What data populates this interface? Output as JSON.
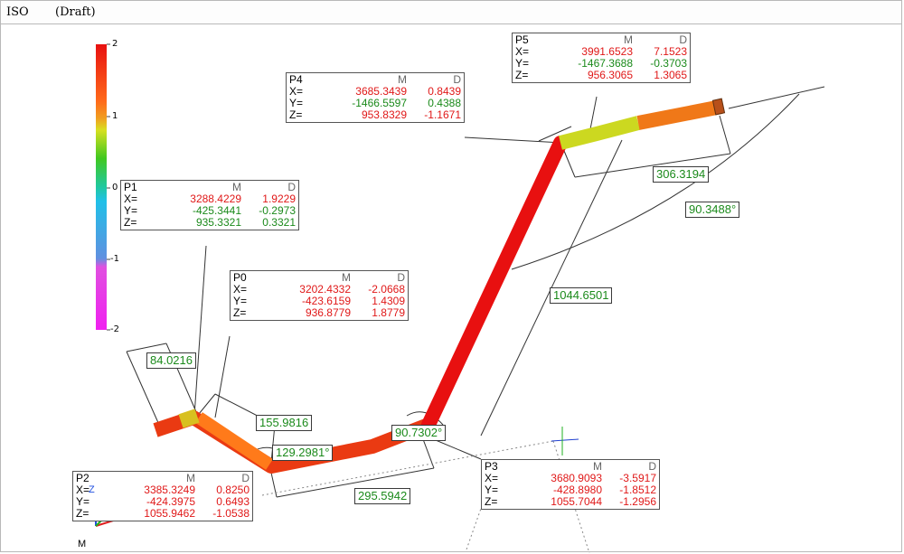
{
  "title_bar": {
    "view_name": "ISO",
    "status": "(Draft)"
  },
  "color_scale": {
    "ticks": [
      "2",
      "1",
      "0",
      "-1",
      "-2"
    ],
    "colors": [
      "#e81010",
      "#ff7a1a",
      "#e0e020",
      "#20c020",
      "#20c0e0",
      "#6080e0",
      "#e040e0"
    ]
  },
  "points": {
    "p0": {
      "name": "P0",
      "m_header": "M",
      "d_header": "D",
      "x": {
        "label": "X=",
        "m": "3202.4332",
        "d": "-2.0668"
      },
      "y": {
        "label": "Y=",
        "m": "-423.6159",
        "d": "1.4309"
      },
      "z": {
        "label": "Z=",
        "m": "936.8779",
        "d": "1.8779"
      }
    },
    "p1": {
      "name": "P1",
      "m_header": "M",
      "d_header": "D",
      "x": {
        "label": "X=",
        "m": "3288.4229",
        "d": "1.9229"
      },
      "y": {
        "label": "Y=",
        "m": "-425.3441",
        "d": "-0.2973"
      },
      "z": {
        "label": "Z=",
        "m": "935.3321",
        "d": "0.3321"
      }
    },
    "p2": {
      "name": "P2",
      "m_header": "M",
      "d_header": "D",
      "x": {
        "label": "X=",
        "m": "3385.3249",
        "d": "0.8250"
      },
      "y": {
        "label": "Y=",
        "m": "-424.3975",
        "d": "0.6493"
      },
      "z": {
        "label": "Z=",
        "m": "1055.9462",
        "d": "-1.0538"
      }
    },
    "p3": {
      "name": "P3",
      "m_header": "M",
      "d_header": "D",
      "x": {
        "label": "X=",
        "m": "3680.9093",
        "d": "-3.5917"
      },
      "y": {
        "label": "Y=",
        "m": "-428.8980",
        "d": "-1.8512"
      },
      "z": {
        "label": "Z=",
        "m": "1055.7044",
        "d": "-1.2956"
      }
    },
    "p4": {
      "name": "P4",
      "m_header": "M",
      "d_header": "D",
      "x": {
        "label": "X=",
        "m": "3685.3439",
        "d": "0.8439"
      },
      "y": {
        "label": "Y=",
        "m": "-1466.5597",
        "d": "0.4388"
      },
      "z": {
        "label": "Z=",
        "m": "953.8329",
        "d": "-1.1671"
      }
    },
    "p5": {
      "name": "P5",
      "m_header": "M",
      "d_header": "D",
      "x": {
        "label": "X=",
        "m": "3991.6523",
        "d": "7.1523"
      },
      "y": {
        "label": "Y=",
        "m": "-1467.3688",
        "d": "-0.3703"
      },
      "z": {
        "label": "Z=",
        "m": "956.3065",
        "d": "1.3065"
      }
    }
  },
  "dimensions": {
    "d1": "84.0216",
    "d2": "155.9816",
    "d3": "129.2981°",
    "d4": "295.5942",
    "d5": "90.7302°",
    "d6": "1044.6501",
    "d7": "306.3194",
    "d8": "90.3488°"
  },
  "axis_triad": {
    "z": "Z",
    "m": "M"
  },
  "colors": {
    "measured": "#e01818",
    "deviation_ok": "#1b8a1b",
    "dimension_text": "#1b8a1b"
  }
}
